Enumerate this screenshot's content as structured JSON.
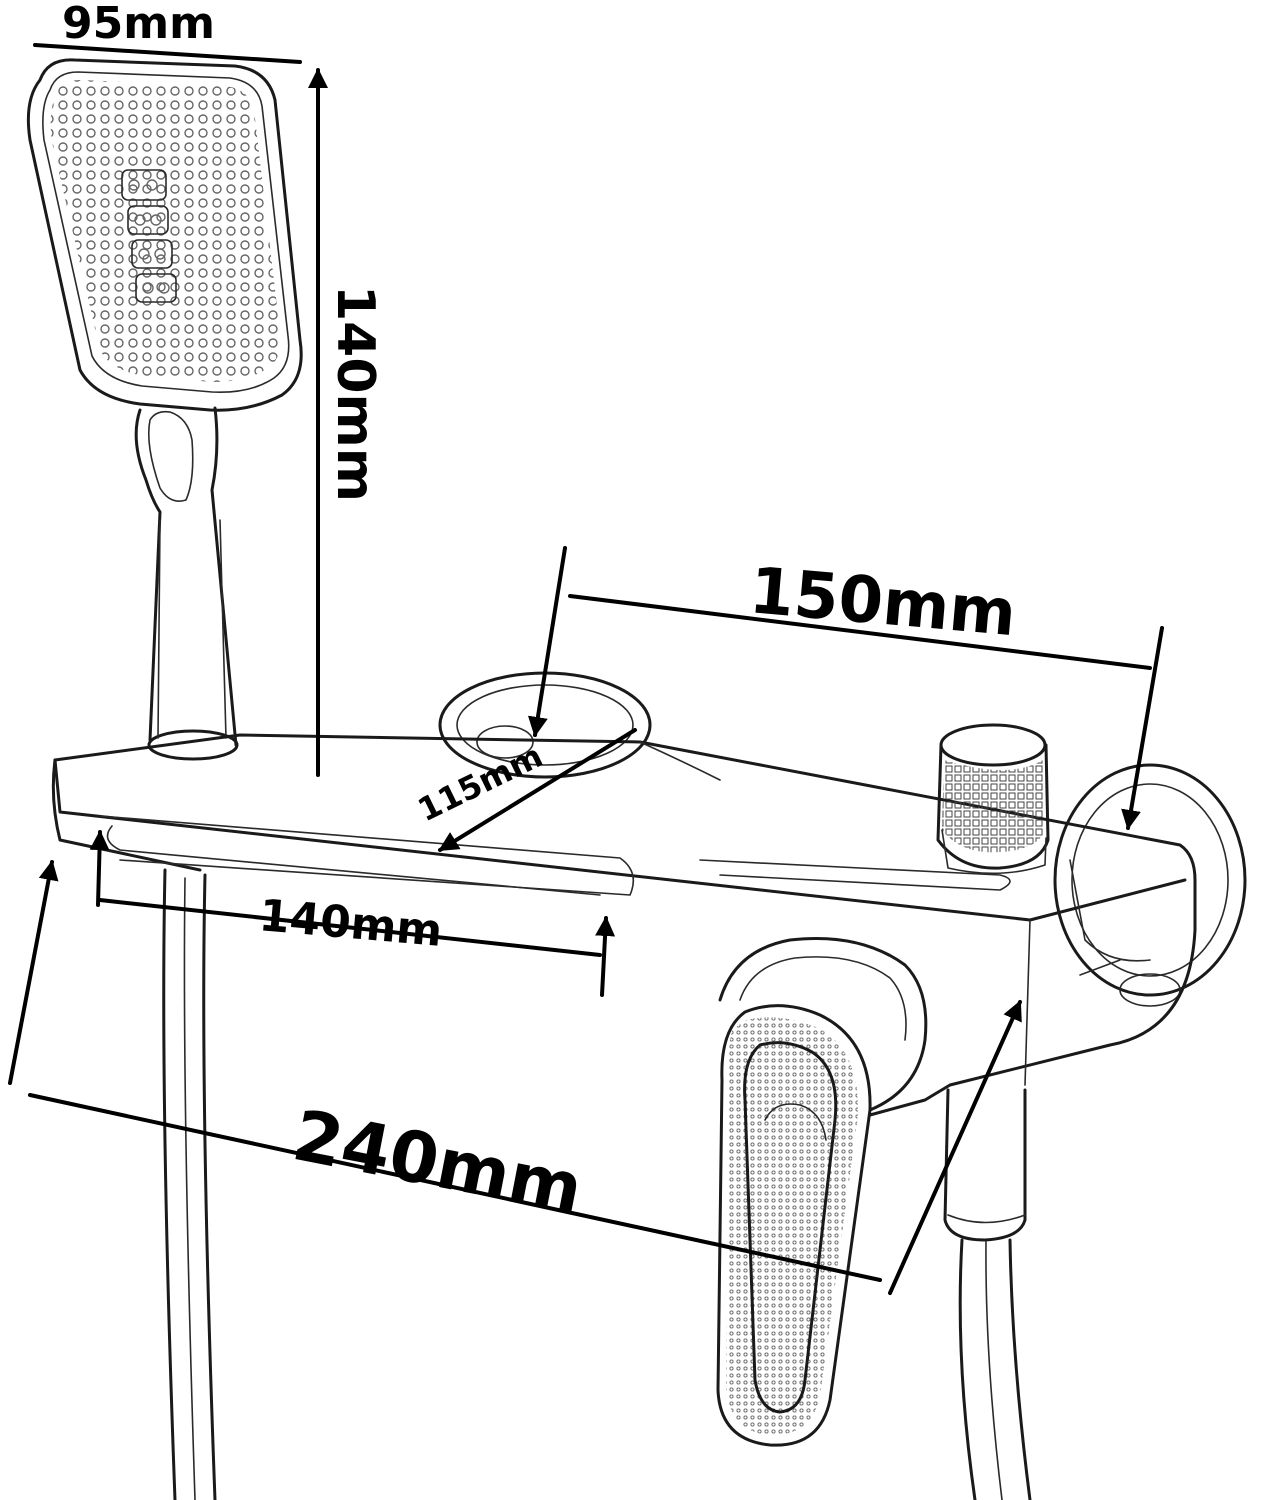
{
  "dimensions": {
    "head_width": "95mm",
    "head_height": "140mm",
    "outlet_spacing": "150mm",
    "depth": "115mm",
    "spout_width": "140mm",
    "total_length": "240mm"
  },
  "colors": {
    "ink": "#1a1a1a",
    "background": "#ffffff"
  }
}
